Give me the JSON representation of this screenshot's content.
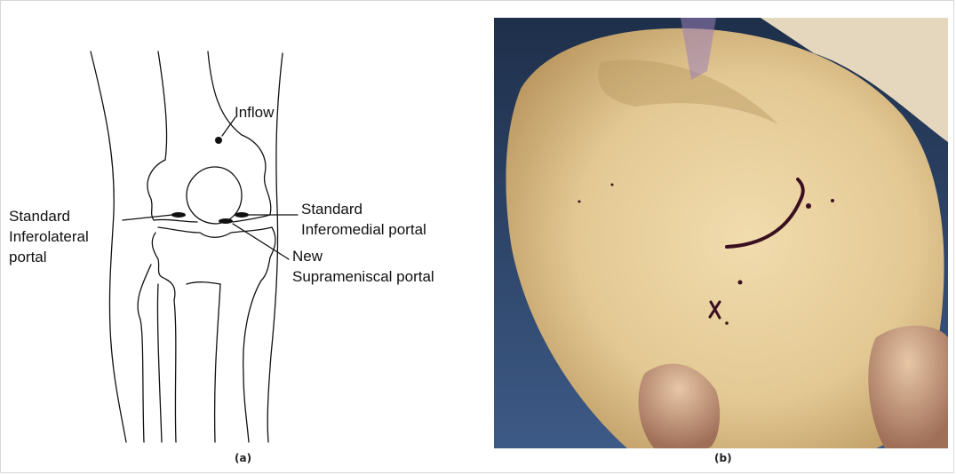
{
  "panel_a": {
    "labels": {
      "inflow": "Inflow",
      "inferolateral_1": "Standard",
      "inferolateral_2": "Inferolateral",
      "inferolateral_3": "portal",
      "inferomedial_1": "Standard",
      "inferomedial_2": "Inferomedial portal",
      "suprameniscal_1": "New",
      "suprameniscal_2": "Suprameniscal portal"
    },
    "caption": "(a)"
  },
  "panel_b": {
    "caption": "(b)"
  },
  "colors": {
    "line": "#111111",
    "drape": "#2c4468",
    "skin": "#e6cf9c",
    "marker": "#3a1020"
  }
}
